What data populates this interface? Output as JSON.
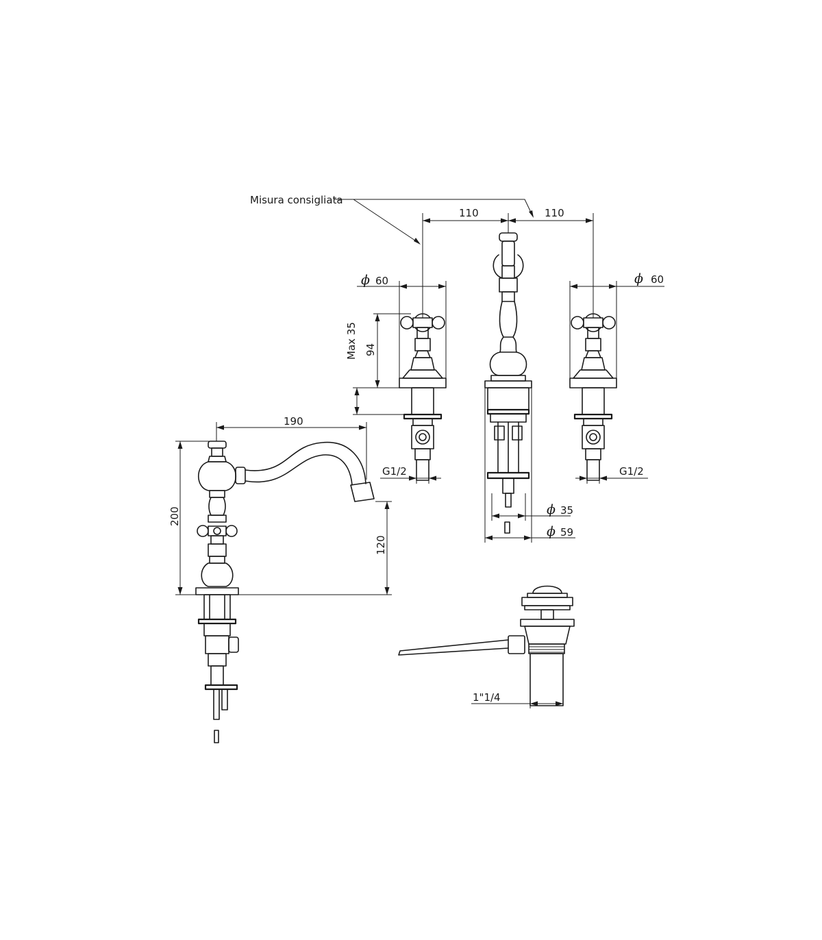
{
  "labels": {
    "recommended": "Misura consigliata",
    "spacing_left": "110",
    "spacing_right": "110",
    "phi_symbol": "ϕ",
    "handle_diam_left": "60",
    "handle_diam_right": "60",
    "max_deck": "Max 35",
    "handle_height": "94",
    "spout_reach": "190",
    "total_height": "200",
    "spout_height": "120",
    "thread_left": "G1/2",
    "thread_right": "G1/2",
    "shank_diam": "35",
    "base_diam": "59",
    "waste_thread": "1\"1/4"
  }
}
